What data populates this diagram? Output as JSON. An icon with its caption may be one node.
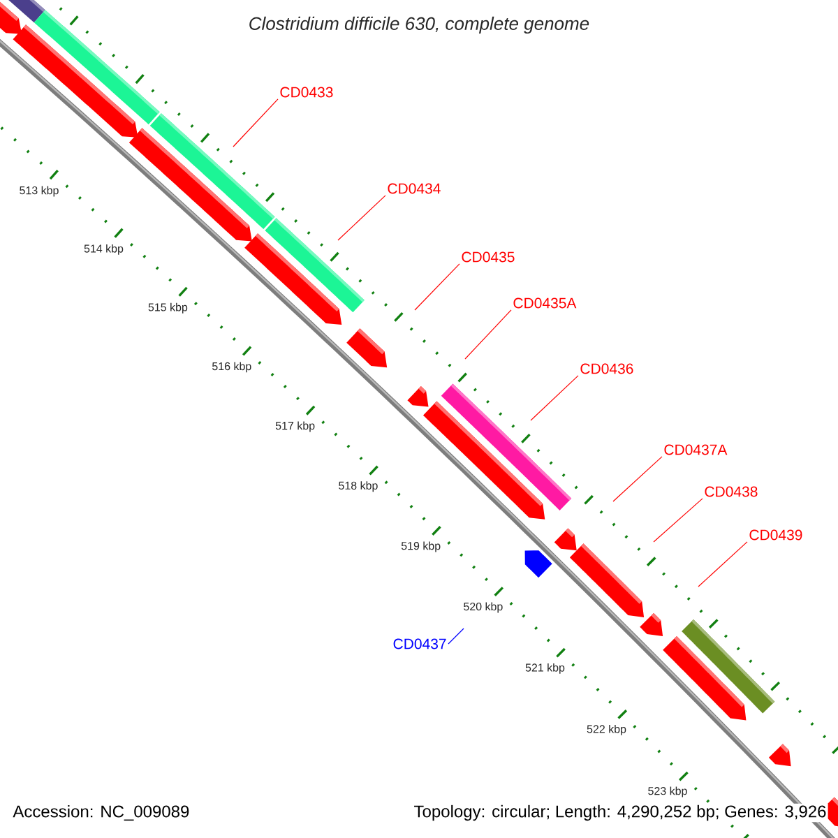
{
  "diagram": {
    "title": "Clostridium difficile 630, complete genome",
    "nodes": [
      {
        "text": [
          "CD0433"
        ]
      },
      {
        "text": [
          "CD0434"
        ]
      },
      {
        "text": [
          "CD0435"
        ]
      },
      {
        "text": [
          "CD0435A"
        ]
      },
      {
        "text": [
          "CD0436"
        ]
      },
      {
        "text": [
          "CD0437A"
        ]
      },
      {
        "text": [
          "CD0438"
        ]
      },
      {
        "text": [
          "CD0439"
        ]
      },
      {
        "text": [
          "CD0437"
        ]
      }
    ],
    "edges": [
      {
        "from": 0,
        "to": null,
        "arrow": "none"
      },
      {
        "from": 1,
        "to": null,
        "arrow": "none"
      },
      {
        "from": 2,
        "to": null,
        "arrow": "none"
      },
      {
        "from": 3,
        "to": null,
        "arrow": "none"
      },
      {
        "from": 4,
        "to": null,
        "arrow": "none"
      },
      {
        "from": 5,
        "to": null,
        "arrow": "none"
      },
      {
        "from": 6,
        "to": null,
        "arrow": "none"
      },
      {
        "from": 7,
        "to": null,
        "arrow": "none"
      },
      {
        "from": 8,
        "to": null,
        "arrow": "none",
        "color": "#0000ff"
      }
    ],
    "labels": [
      "513 kbp",
      "514 kbp",
      "515 kbp",
      "516 kbp",
      "517 kbp",
      "518 kbp",
      "519 kbp",
      "520 kbp",
      "521 kbp",
      "522 kbp",
      "523 kbp",
      "Accession: NC_009089",
      "Topology: circular; Length: 4,290,252 bp; Genes: 3,926"
    ]
  }
}
